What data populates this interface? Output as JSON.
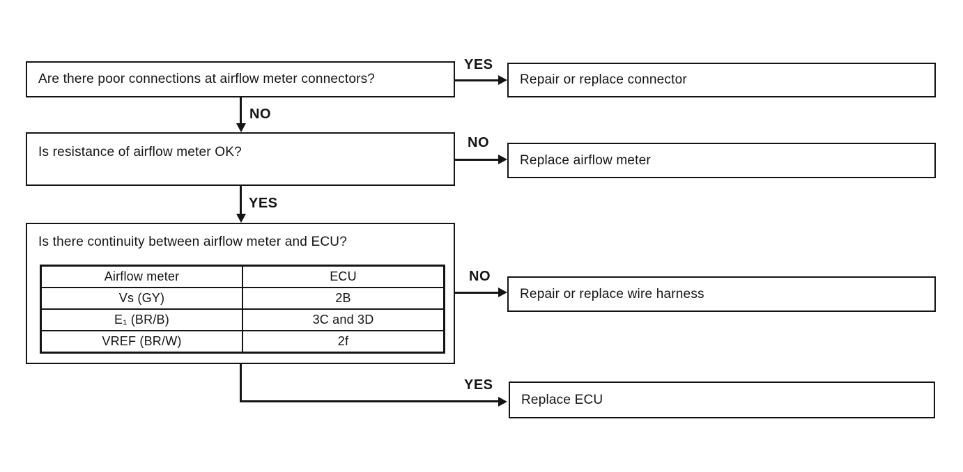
{
  "flowchart": {
    "questions": {
      "poor_connections": "Are there poor connections at airflow meter connectors?",
      "resistance_ok": "Is resistance of airflow meter OK?",
      "continuity": "Is there continuity between airflow meter and ECU?"
    },
    "actions": {
      "repair_connector": "Repair or replace connector",
      "replace_airflow_meter": "Replace airflow meter",
      "repair_wire_harness": "Repair or replace wire harness",
      "replace_ecu": "Replace ECU"
    },
    "branch_labels": {
      "q1_yes": "YES",
      "q1_no": "NO",
      "q2_no": "NO",
      "q2_yes": "YES",
      "q3_no": "NO",
      "q3_yes": "YES"
    },
    "table": {
      "headers": [
        "Airflow meter",
        "ECU"
      ],
      "rows": [
        [
          "Vs (GY)",
          "2B"
        ],
        [
          "E₁ (BR/B)",
          "3C and 3D"
        ],
        [
          "VREF (BR/W)",
          "2f"
        ]
      ]
    },
    "colors": {
      "ink": "#141414",
      "paper": "#ffffff"
    }
  }
}
